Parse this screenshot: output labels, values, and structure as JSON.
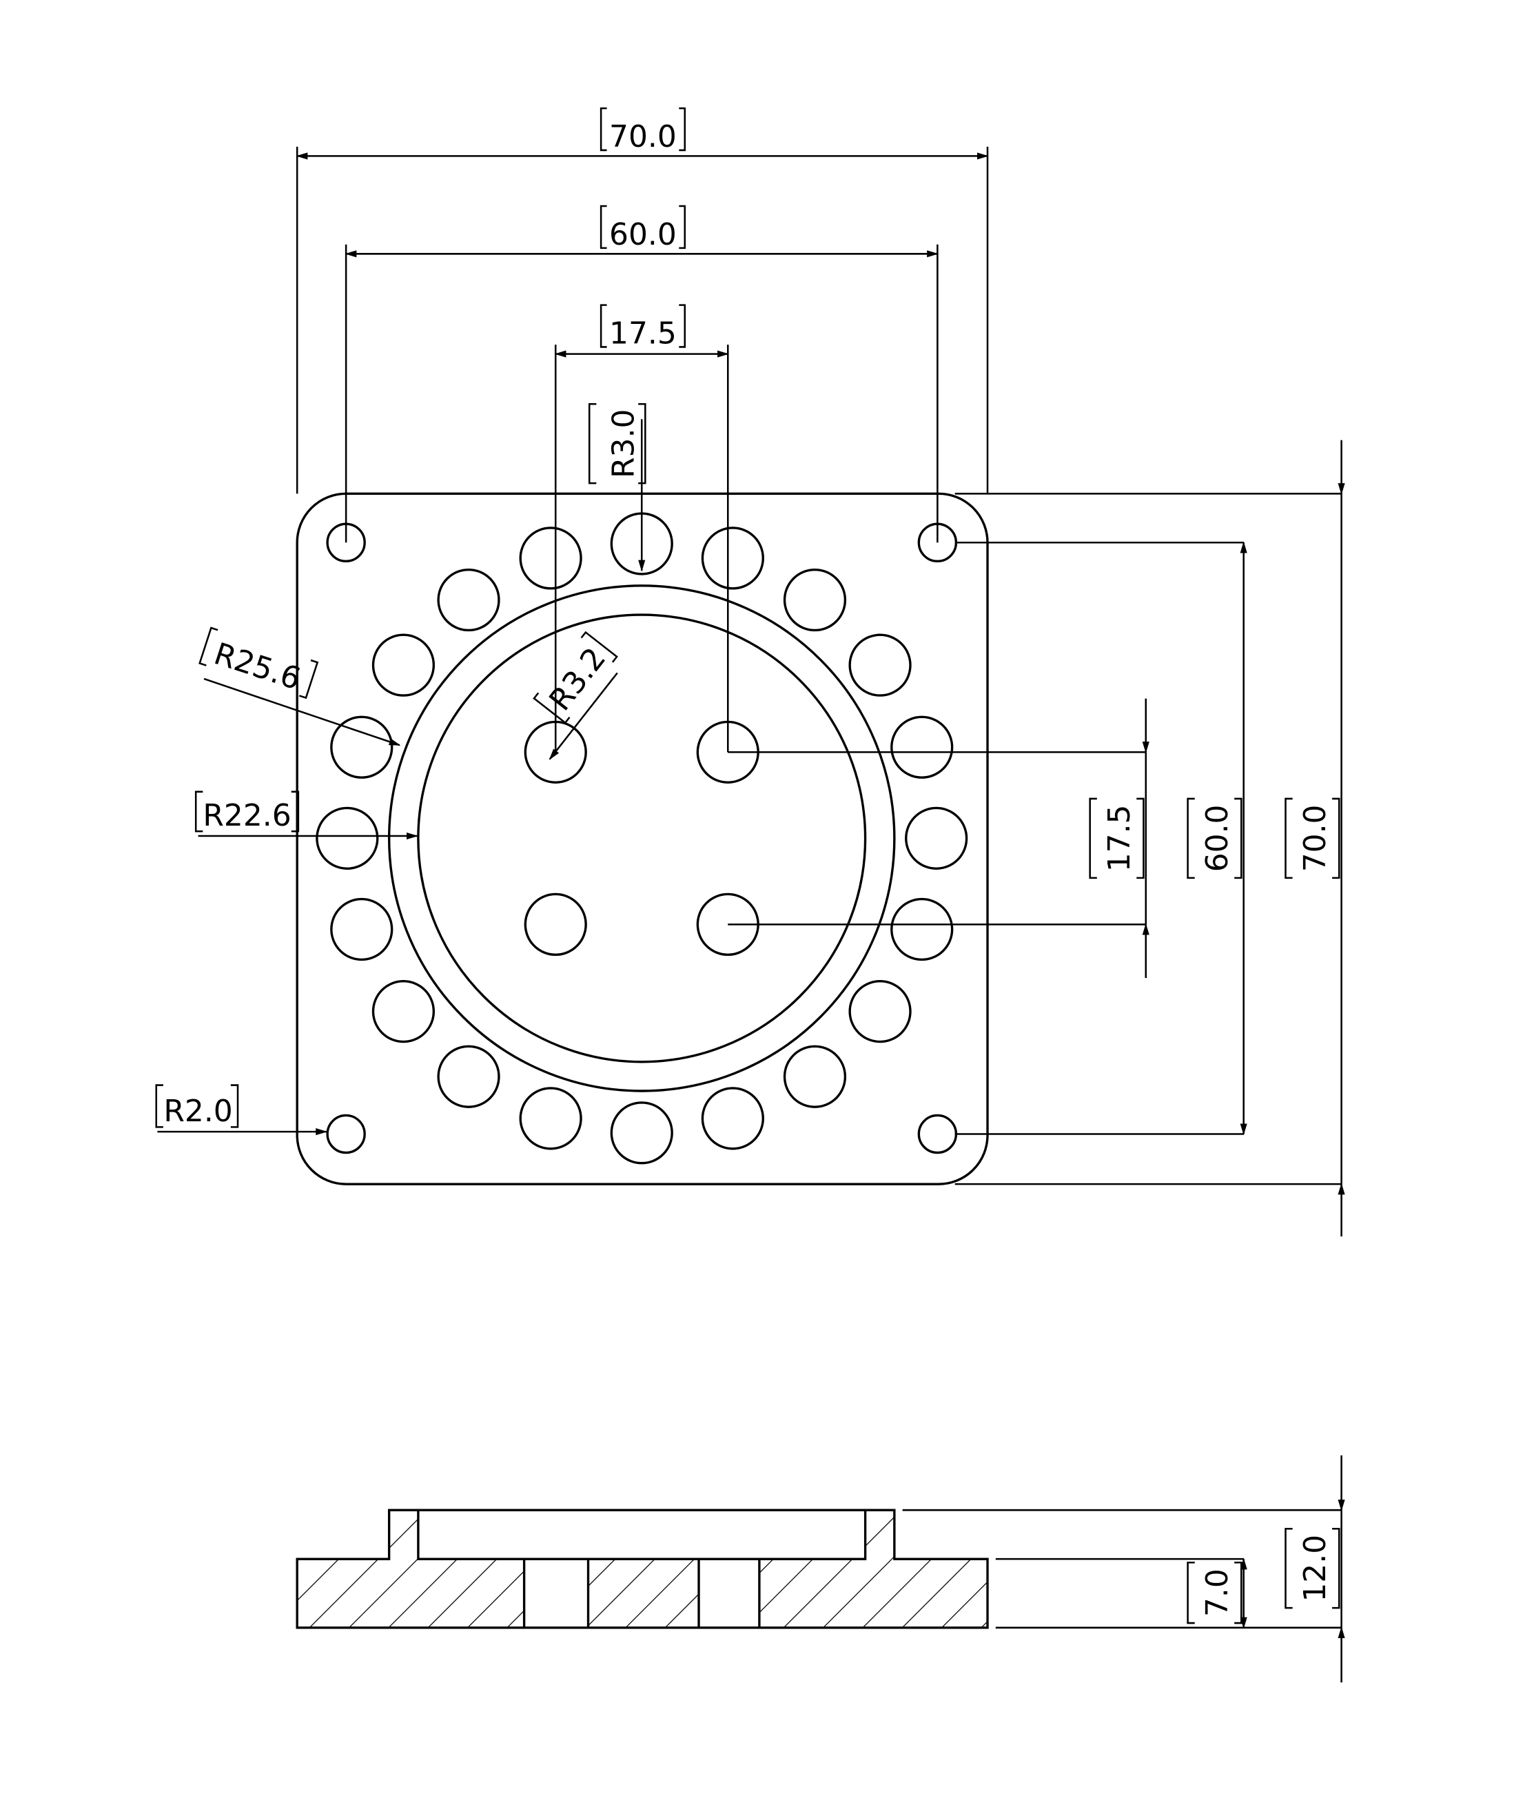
{
  "drawing": {
    "colors": {
      "line": "#000000",
      "background": "#ffffff"
    },
    "dimensions": {
      "top_width": "70.0",
      "hole_spacing": "60.0",
      "center_spacing_h": "17.5",
      "small_hole_radius": "R3.0",
      "bore_outer_radius": "R25.6",
      "bore_inner_radius": "R22.6",
      "center_hole_radius": "R3.2",
      "corner_radius": "R2.0",
      "center_spacing_v": "17.5",
      "hole_spacing_v": "60.0",
      "height": "70.0",
      "plate_thickness": "7.0",
      "total_thickness": "12.0"
    }
  }
}
